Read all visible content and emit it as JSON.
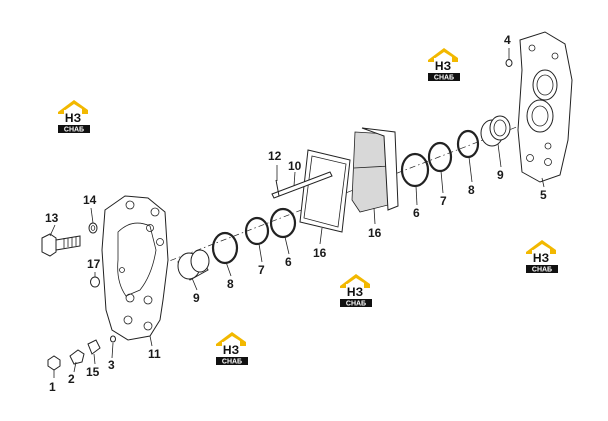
{
  "brand": {
    "logo_letters": "НЗ",
    "logo_caption": "СНАБ",
    "colors": {
      "roof": "#f2b800",
      "box": "#111111",
      "letters": "#ffffff"
    }
  },
  "callouts": [
    {
      "id": "c1",
      "number": "1"
    },
    {
      "id": "c2",
      "number": "2"
    },
    {
      "id": "c15",
      "number": "15"
    },
    {
      "id": "c3",
      "number": "3"
    },
    {
      "id": "c11",
      "number": "11"
    },
    {
      "id": "c17",
      "number": "17"
    },
    {
      "id": "c13",
      "number": "13"
    },
    {
      "id": "c14",
      "number": "14"
    },
    {
      "id": "c9a",
      "number": "9"
    },
    {
      "id": "c8a",
      "number": "8"
    },
    {
      "id": "c7a",
      "number": "7"
    },
    {
      "id": "c6a",
      "number": "6"
    },
    {
      "id": "c16a",
      "number": "16"
    },
    {
      "id": "c12",
      "number": "12"
    },
    {
      "id": "c10",
      "number": "10"
    },
    {
      "id": "c16b",
      "number": "16"
    },
    {
      "id": "c6b",
      "number": "6"
    },
    {
      "id": "c7b",
      "number": "7"
    },
    {
      "id": "c8b",
      "number": "8"
    },
    {
      "id": "c9b",
      "number": "9"
    },
    {
      "id": "c5",
      "number": "5"
    },
    {
      "id": "c4",
      "number": "4"
    }
  ]
}
